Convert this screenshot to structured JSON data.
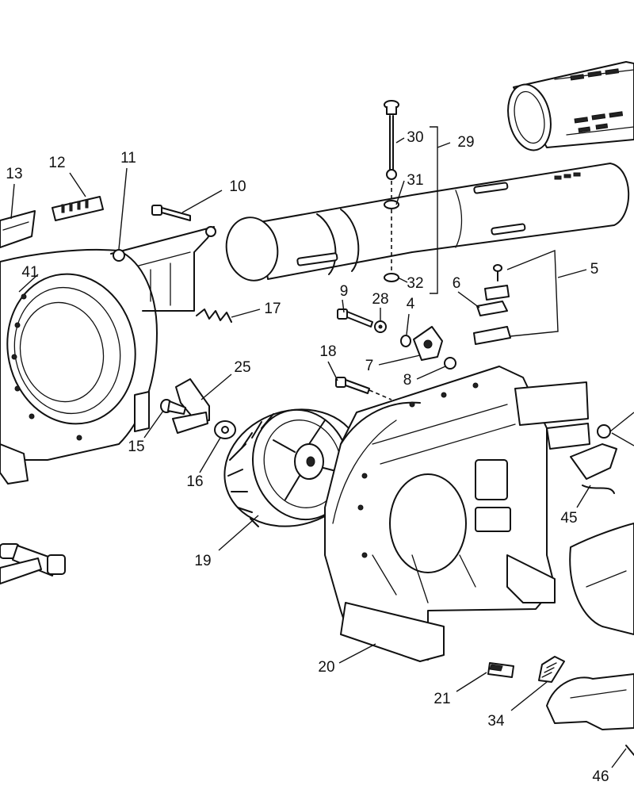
{
  "callouts": {
    "c4": "4",
    "c5": "5",
    "c6": "6",
    "c7": "7",
    "c8": "8",
    "c9": "9",
    "c10": "10",
    "c11": "11",
    "c12": "12",
    "c13": "13",
    "c15": "15",
    "c16": "16",
    "c17": "17",
    "c18": "18",
    "c19": "19",
    "c20": "20",
    "c21": "21",
    "c25": "25",
    "c28": "28",
    "c29": "29",
    "c30": "30",
    "c31": "31",
    "c32": "32",
    "c34": "34",
    "c41": "41",
    "c45": "45",
    "c46": "46"
  }
}
